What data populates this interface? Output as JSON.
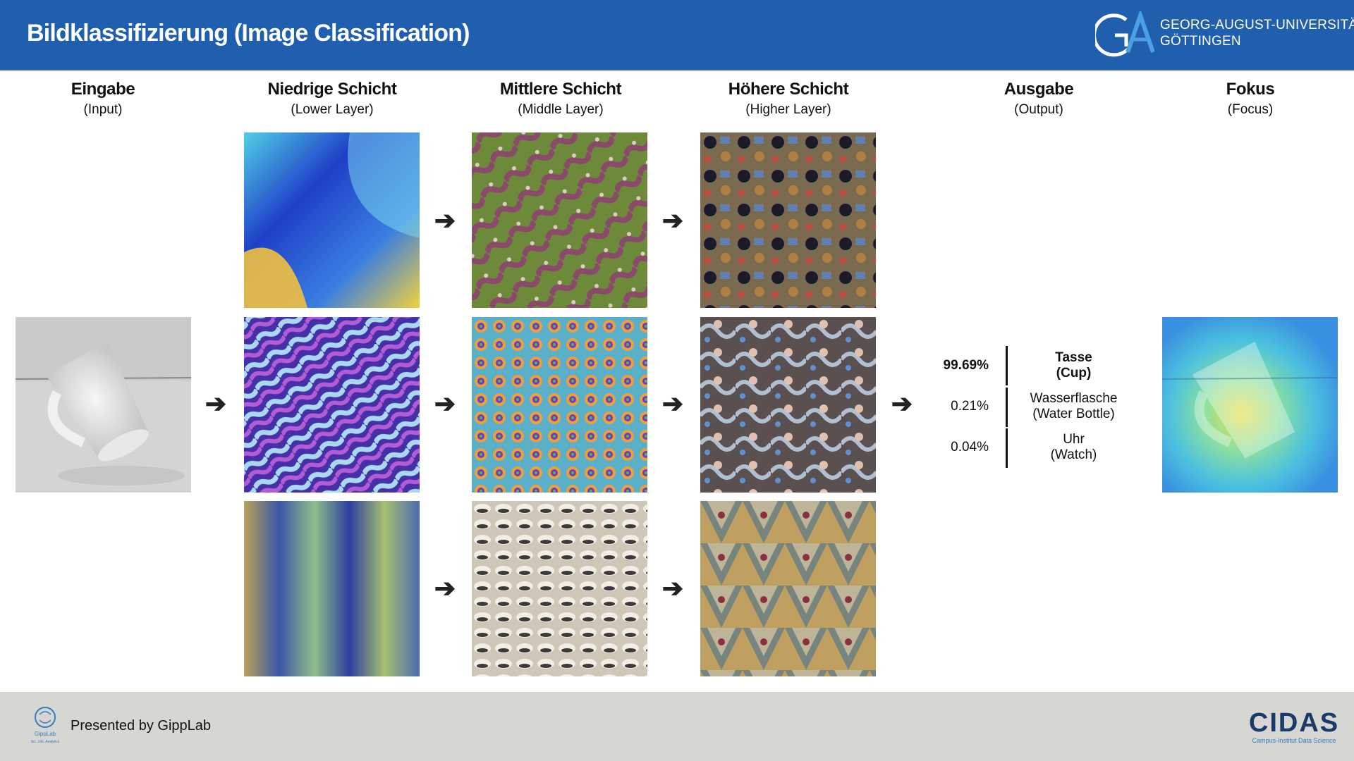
{
  "header": {
    "title": "Bildklassifizierung (Image Classification)",
    "university": [
      "GEORG-AUGUST-UNIVERSITÄT",
      "GÖTTINGEN"
    ]
  },
  "columns": [
    {
      "title": "Eingabe",
      "subtitle": "(Input)"
    },
    {
      "title": "Niedrige Schicht",
      "subtitle": "(Lower Layer)"
    },
    {
      "title": "Mittlere Schicht",
      "subtitle": "(Middle Layer)"
    },
    {
      "title": "Höhere Schicht",
      "subtitle": "(Higher Layer)"
    },
    {
      "title": "Ausgabe",
      "subtitle": "(Output)"
    },
    {
      "title": "Fokus",
      "subtitle": "(Focus)"
    }
  ],
  "output": {
    "predictions": [
      {
        "probability": "99.69%",
        "label": "Tasse",
        "label_en": "(Cup)"
      },
      {
        "probability": "0.21%",
        "label": "Wasserflasche",
        "label_en": "(Water Bottle)"
      },
      {
        "probability": "0.04%",
        "label": "Uhr",
        "label_en": "(Watch)"
      }
    ]
  },
  "footer": {
    "presented_by": "Presented by GippLab",
    "gipplab_logo_text": "GippLab",
    "gipplab_tagline": "Sci. Info. Analytics",
    "cidas_logo": "CIDAS",
    "cidas_tagline": "Campus-Institut Data Science"
  },
  "colors": {
    "header_bg": "#1f5fae",
    "footer_bg": "#d6d6d2",
    "accent": "#1f5fae"
  },
  "icons": {
    "arrow": "right-arrow-icon"
  }
}
